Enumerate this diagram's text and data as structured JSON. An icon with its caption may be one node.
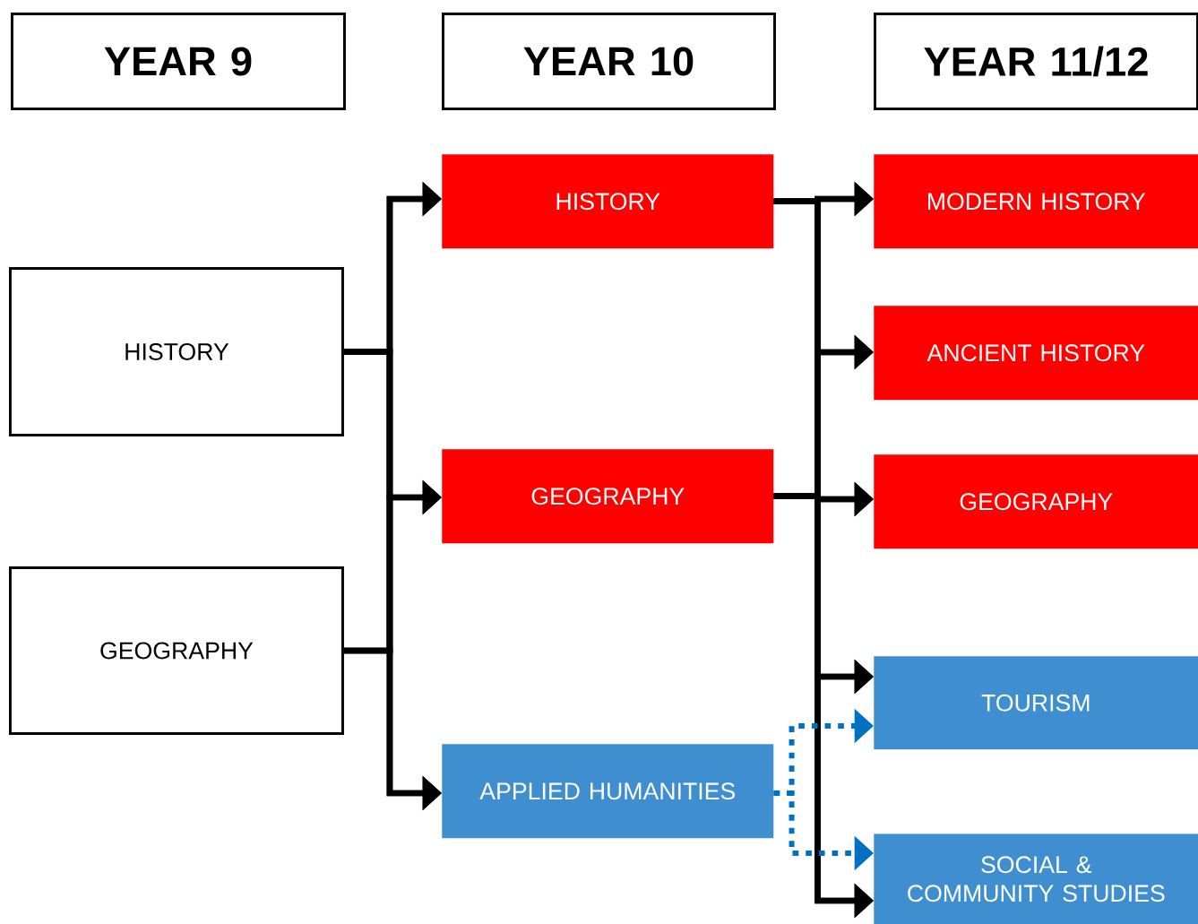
{
  "diagram": {
    "nodes": [
      {
        "text": [
          "YEAR 9"
        ]
      },
      {
        "text": [
          "YEAR 10"
        ]
      },
      {
        "text": [
          "YEAR 11/12"
        ]
      },
      {
        "text": [
          "HISTORY"
        ]
      },
      {
        "text": [
          "GEOGRAPHY"
        ]
      },
      {
        "text": [
          "HISTORY"
        ]
      },
      {
        "text": [
          "GEOGRAPHY"
        ]
      },
      {
        "text": [
          "APPLIED HUMANITIES"
        ]
      },
      {
        "text": [
          "MODERN HISTORY"
        ]
      },
      {
        "text": [
          "ANCIENT HISTORY"
        ]
      },
      {
        "text": [
          "GEOGRAPHY"
        ]
      },
      {
        "text": [
          "TOURISM"
        ]
      },
      {
        "text": [
          "SOCIAL & COMMUNITY STUDIES"
        ]
      }
    ],
    "edges": [
      {
        "from": 3,
        "to": 5,
        "arrow": "to"
      },
      {
        "from": 3,
        "to": 6,
        "arrow": "to"
      },
      {
        "from": 3,
        "to": 7,
        "arrow": "to"
      },
      {
        "from": 4,
        "to": 5,
        "arrow": "to"
      },
      {
        "from": 4,
        "to": 6,
        "arrow": "to"
      },
      {
        "from": 4,
        "to": 7,
        "arrow": "to"
      },
      {
        "from": 5,
        "to": 8,
        "arrow": "to"
      },
      {
        "from": 5,
        "to": 9,
        "arrow": "to"
      },
      {
        "from": 5,
        "to": 10,
        "arrow": "to"
      },
      {
        "from": 5,
        "to": 11,
        "arrow": "to"
      },
      {
        "from": 5,
        "to": 12,
        "arrow": "to"
      },
      {
        "from": 6,
        "to": 8,
        "arrow": "to"
      },
      {
        "from": 6,
        "to": 9,
        "arrow": "to"
      },
      {
        "from": 6,
        "to": 10,
        "arrow": "to"
      },
      {
        "from": 6,
        "to": 11,
        "arrow": "to"
      },
      {
        "from": 6,
        "to": 12,
        "arrow": "to"
      },
      {
        "from": 7,
        "to": 11,
        "arrow": "to",
        "style": "dashed",
        "color": "#0070c0"
      },
      {
        "from": 7,
        "to": 12,
        "arrow": "to",
        "style": "dashed",
        "color": "#0070c0"
      }
    ]
  }
}
